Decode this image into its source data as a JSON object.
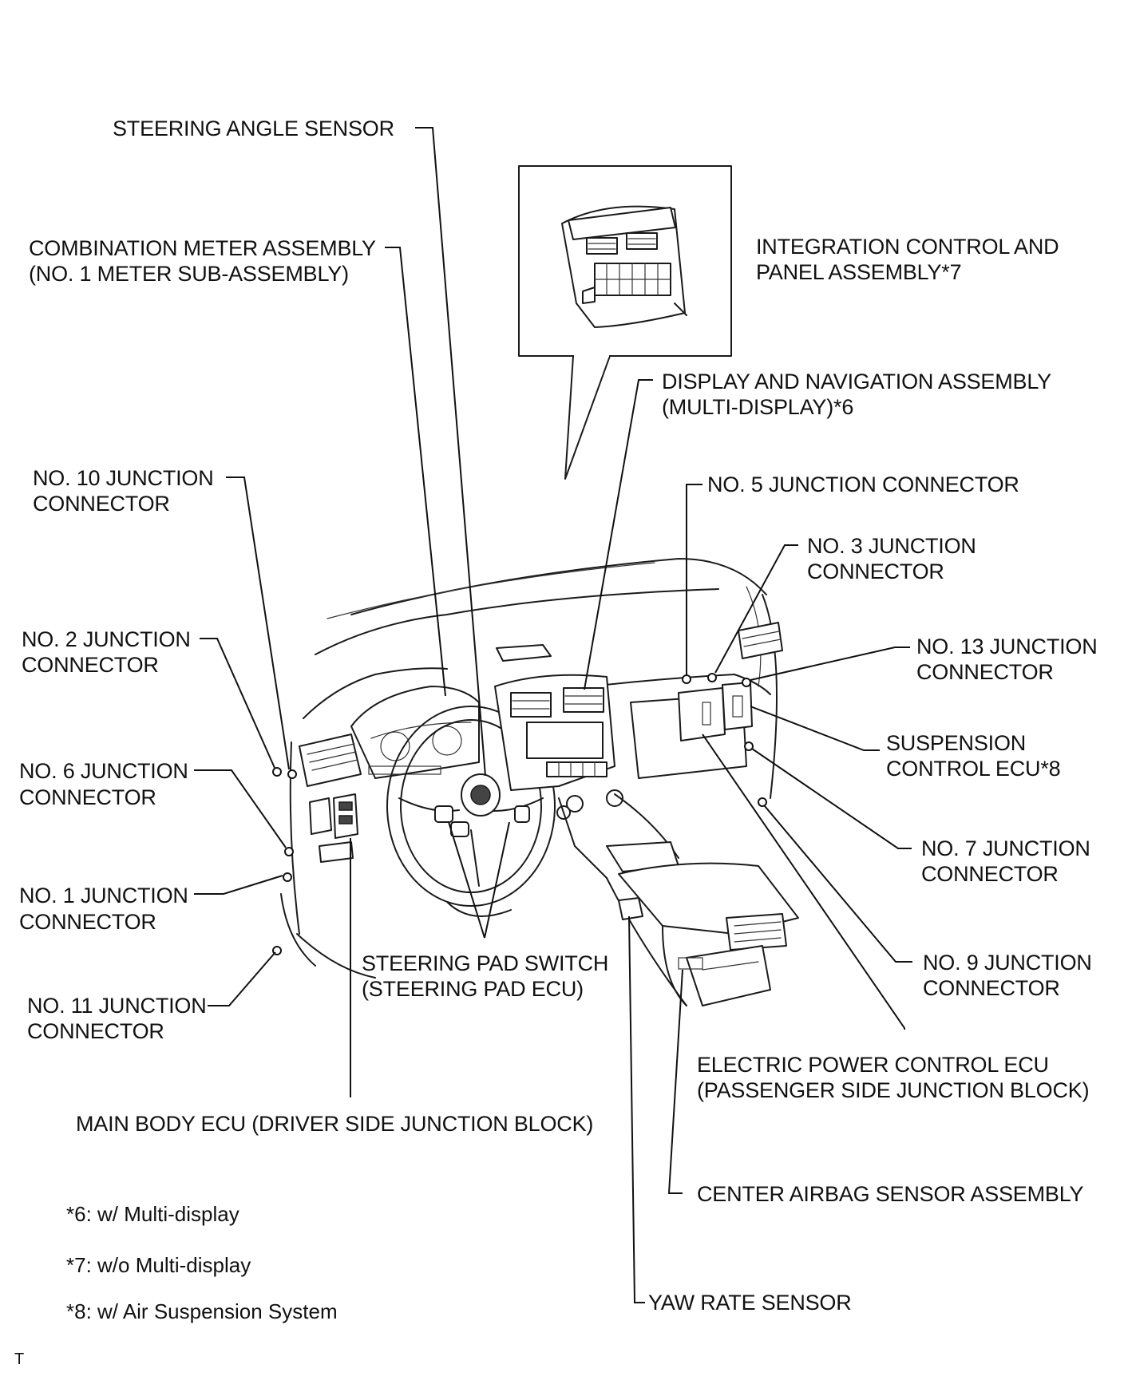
{
  "labels": {
    "steering_angle_sensor": "STEERING ANGLE SENSOR",
    "combination_meter_l1": "COMBINATION METER ASSEMBLY",
    "combination_meter_l2": "(NO. 1 METER SUB-ASSEMBLY)",
    "integration_control_l1": "INTEGRATION CONTROL AND",
    "integration_control_l2": "PANEL ASSEMBLY*7",
    "display_nav_l1": "DISPLAY AND NAVIGATION ASSEMBLY",
    "display_nav_l2": "(MULTI-DISPLAY)*6",
    "no10_l1": "NO. 10 JUNCTION",
    "no10_l2": "CONNECTOR",
    "no5": "NO. 5 JUNCTION CONNECTOR",
    "no3_l1": "NO. 3 JUNCTION",
    "no3_l2": "CONNECTOR",
    "no2_l1": "NO. 2 JUNCTION",
    "no2_l2": "CONNECTOR",
    "no13_l1": "NO. 13 JUNCTION",
    "no13_l2": "CONNECTOR",
    "suspension_l1": "SUSPENSION",
    "suspension_l2": "CONTROL ECU*8",
    "no6_l1": "NO. 6 JUNCTION",
    "no6_l2": "CONNECTOR",
    "no7_l1": "NO. 7 JUNCTION",
    "no7_l2": "CONNECTOR",
    "no1_l1": "NO. 1 JUNCTION",
    "no1_l2": "CONNECTOR",
    "steering_pad_l1": "STEERING PAD SWITCH",
    "steering_pad_l2": "(STEERING PAD ECU)",
    "no9_l1": "NO. 9 JUNCTION",
    "no9_l2": "CONNECTOR",
    "no11_l1": "NO. 11 JUNCTION",
    "no11_l2": "CONNECTOR",
    "electric_power_l1": "ELECTRIC POWER CONTROL ECU",
    "electric_power_l2": "(PASSENGER SIDE JUNCTION BLOCK)",
    "main_body_ecu": "MAIN BODY ECU (DRIVER SIDE JUNCTION BLOCK)",
    "center_airbag": "CENTER AIRBAG SENSOR ASSEMBLY",
    "yaw_rate": "YAW RATE SENSOR"
  },
  "notes": [
    "*6: w/ Multi-display",
    "*7: w/o Multi-display",
    "*8: w/ Air Suspension System"
  ],
  "corner_code": "T"
}
